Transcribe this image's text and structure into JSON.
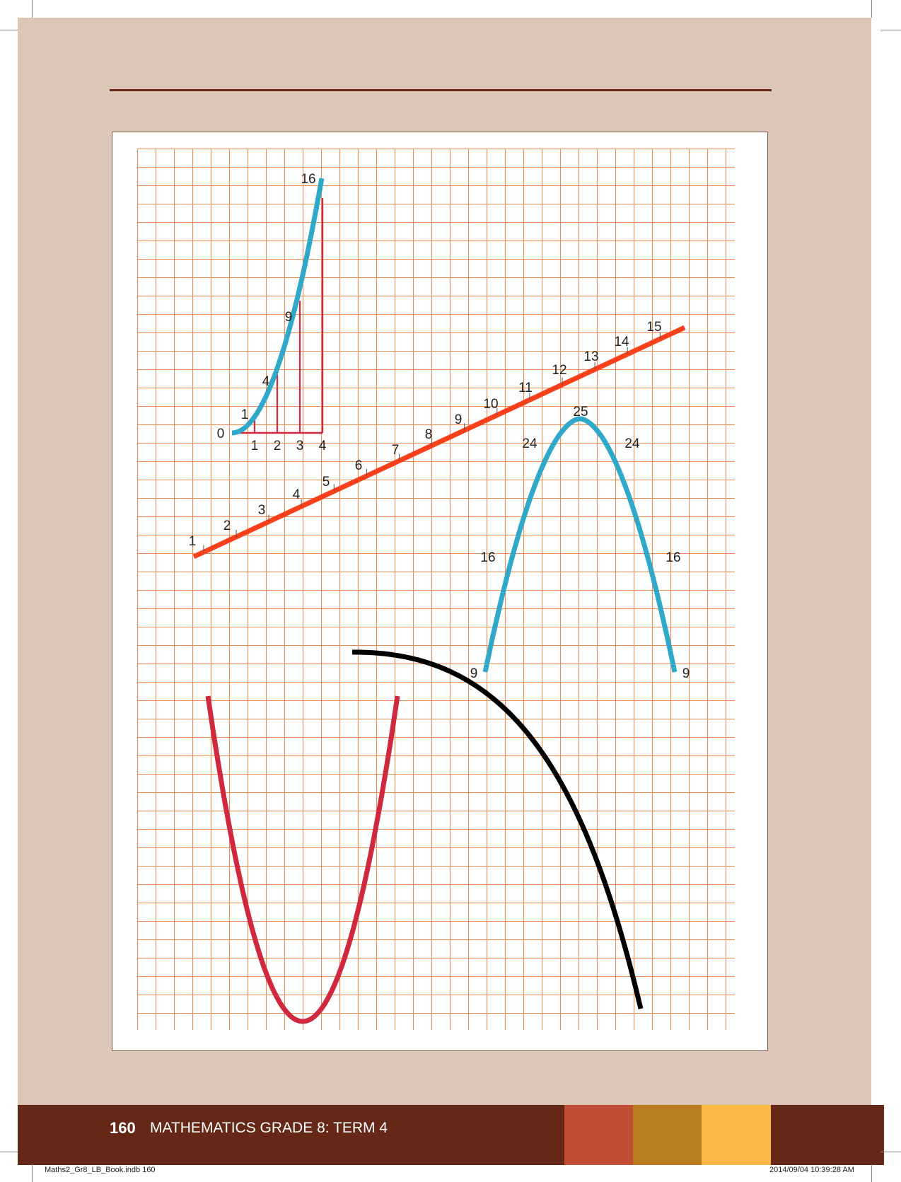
{
  "footer": {
    "page_number": "160",
    "title": "MATHEMATICS GRADE 8: TERM 4"
  },
  "slug": {
    "left": "Maths2_Gr8_LB_Book.indb   160",
    "right": "2014/09/04   10:39:28 AM"
  },
  "colors": {
    "page_bg": "#dbc6b8",
    "rule": "#6b2a14",
    "grid": "#f08a4b",
    "footer_bg": "#662816",
    "swatches": [
      "#c14e34",
      "#b97d20",
      "#fdb945"
    ],
    "cyan_curve": "#2fa8c9",
    "red_line": "#fa3f1b",
    "crimson_curve": "#d0283f",
    "black_curve": "#000000"
  },
  "figure": {
    "square_curve_labels": [
      "16",
      "9",
      "4",
      "1",
      "0"
    ],
    "square_axis_labels": [
      "1",
      "2",
      "3",
      "4"
    ],
    "line_labels": [
      "1",
      "2",
      "3",
      "4",
      "5",
      "6",
      "7",
      "8",
      "9",
      "10",
      "11",
      "12",
      "13",
      "14",
      "15"
    ],
    "arch_labels": [
      "25",
      "24",
      "24",
      "16",
      "16",
      "9",
      "9"
    ]
  }
}
